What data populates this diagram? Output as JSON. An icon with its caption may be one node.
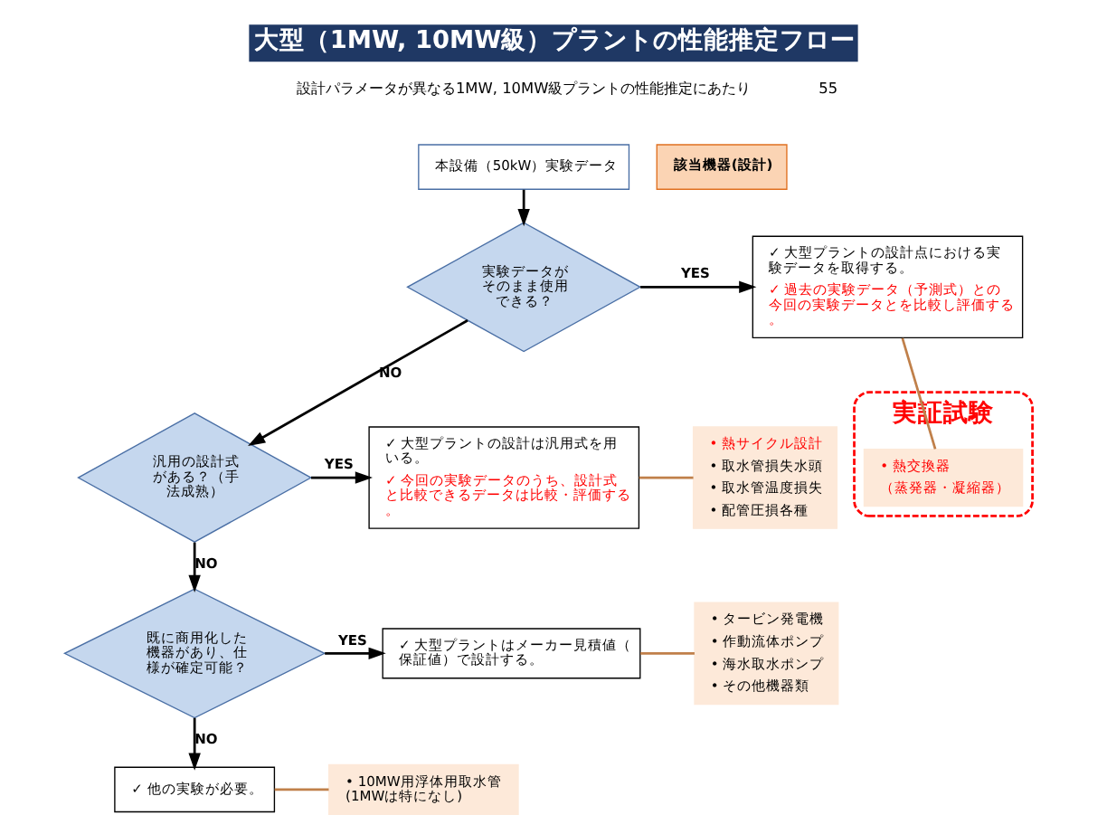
{
  "diagram": {
    "title": "大型（1MW, 10MW級）プラントの性能推定フロー",
    "nodes": [
      {
        "text": [
          "本設備（50kW）実験データ"
        ]
      },
      {
        "text": [
          "実験データがそのまま使用できる？"
        ]
      },
      {
        "text": [
          "✓ 大型プラントの設計点における実験データを取得する。",
          "✓ 過去の実験データ（予測式）との今回の実験データとを比較し評価する。"
        ]
      },
      {
        "text": [
          "汎用の設計式がある？（手法成熟）"
        ]
      },
      {
        "text": [
          "✓ 大型プラントの設計は汎用式を用いる。",
          "✓ 今回の実験データのうち、設計式と比較できるデータは比較・評価する。"
        ]
      },
      {
        "text": [
          "既に商用化した機器があり、仕様が確定可能？"
        ]
      },
      {
        "text": [
          "✓ 大型プラントはメーカー見積値（保証値）で設計する。"
        ]
      },
      {
        "text": [
          "✓ 他の実験が必要。"
        ]
      },
      {
        "text": [
          "該当機器(設計)"
        ]
      },
      {
        "text": [
          "実証試験"
        ]
      },
      {
        "text": [
          "• 熱交換器",
          "（蒸発器・凝縮器）"
        ],
        "in": 9
      },
      {
        "text": [
          "• 熱サイクル設計",
          "• 取水管損失水頭",
          "• 取水管温度損失",
          "• 配管圧損各種"
        ]
      },
      {
        "text": [
          "• タービン発電機",
          "• 作動流体ポンプ",
          "• 海水取水ポンプ",
          "• その他機器類"
        ]
      },
      {
        "text": [
          "• 10MW用浮体用取水管 (1MWは特になし)"
        ]
      }
    ],
    "edges": [
      {
        "from": 0,
        "to": 1,
        "arrow": "to"
      },
      {
        "from": 1,
        "to": 2,
        "arrow": "to",
        "label": "YES"
      },
      {
        "from": 1,
        "to": 3,
        "arrow": "to",
        "label": "NO"
      },
      {
        "from": 3,
        "to": 4,
        "arrow": "to",
        "label": "YES"
      },
      {
        "from": 3,
        "to": 5,
        "arrow": "to",
        "label": "NO"
      },
      {
        "from": 5,
        "to": 6,
        "arrow": "to",
        "label": "YES"
      },
      {
        "from": 5,
        "to": 7,
        "arrow": "to",
        "label": "NO"
      },
      {
        "from": 2,
        "to": 10,
        "arrow": "none",
        "color": "#c0804a"
      },
      {
        "from": 4,
        "to": 11,
        "arrow": "none",
        "color": "#c0804a"
      },
      {
        "from": 6,
        "to": 12,
        "arrow": "none",
        "color": "#c0804a"
      },
      {
        "from": 7,
        "to": 13,
        "arrow": "none",
        "color": "#c0804a"
      }
    ],
    "labels": [
      "設計パラメータが異なる1MW, 10MW級プラントの性能推定にあたり",
      "55"
    ]
  }
}
